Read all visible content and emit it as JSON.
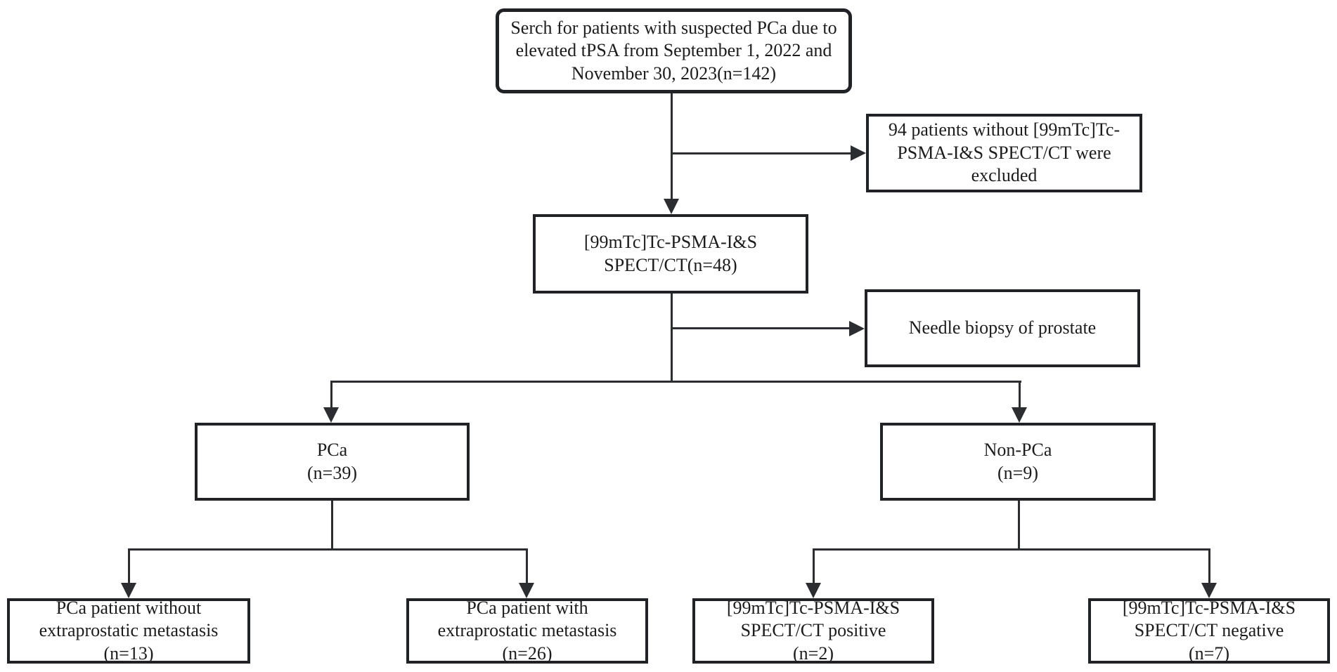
{
  "diagram_title": "Patient selection flowchart",
  "colors": {
    "background": "#ffffff",
    "box_border": "#202226",
    "connector_line": "#2b2d31",
    "text": "#1c1c1c"
  },
  "nodes": {
    "search": {
      "text": "Serch for patients with suspected PCa due to\nelevated tPSA from September 1, 2022 and\nNovember 30, 2023(n=142)"
    },
    "excluded": {
      "text": "94 patients without [99mTc]Tc-\nPSMA-I&S SPECT/CT were\nexcluded"
    },
    "spect": {
      "text": "[99mTc]Tc-PSMA-I&S\nSPECT/CT(n=48)"
    },
    "biopsy": {
      "text": "Needle biopsy of prostate"
    },
    "pca": {
      "text": "PCa\n(n=39)"
    },
    "non_pca": {
      "text": "Non-PCa\n(n=9)"
    },
    "pca_without_metastasis": {
      "text": "PCa patient without\nextraprostatic metastasis\n(n=13)"
    },
    "pca_with_metastasis": {
      "text": "PCa patient with\nextraprostatic metastasis\n(n=26)"
    },
    "spect_positive": {
      "text": "[99mTc]Tc-PSMA-I&S\nSPECT/CT positive\n(n=2)"
    },
    "spect_negative": {
      "text": "[99mTc]Tc-PSMA-I&S\nSPECT/CT negative\n(n=7)"
    }
  }
}
